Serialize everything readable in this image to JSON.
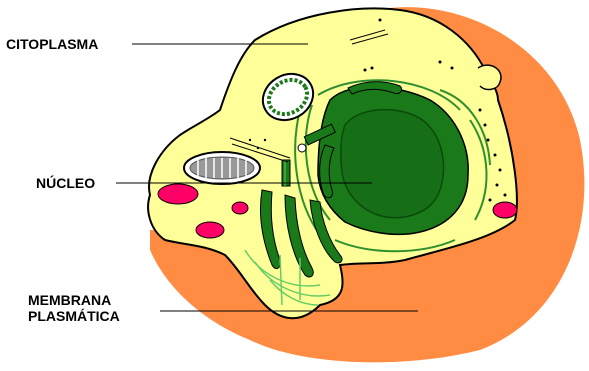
{
  "labels": {
    "citoplasma": "CITOPLASMA",
    "nucleo": "NÚCLEO",
    "membrana_line1": "MEMBRANA",
    "membrana_line2": "PLASMÁTICA"
  },
  "colors": {
    "membrane": "#ff8c42",
    "cytoplasm": "#ffff99",
    "organelle_green": "#1a7a1a",
    "light_green": "#66cc66",
    "vesicle_pink": "#ff0066",
    "outline": "#000000"
  }
}
